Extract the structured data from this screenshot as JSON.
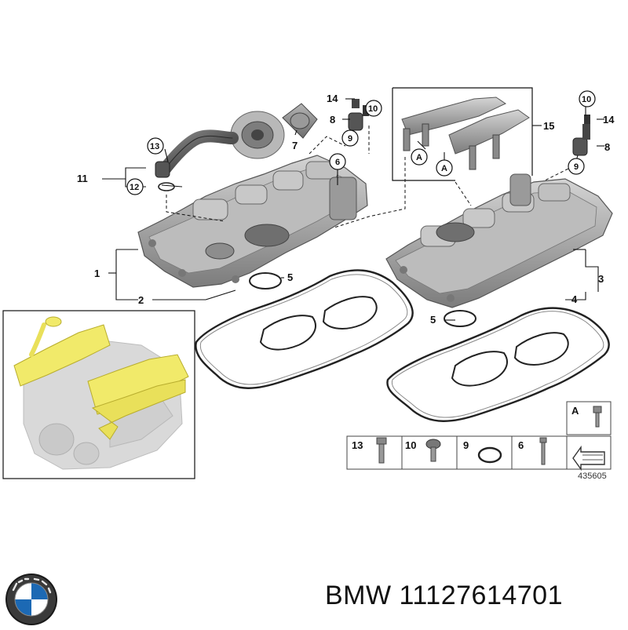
{
  "callouts": {
    "c1": "1",
    "c2": "2",
    "c3": "3",
    "c4": "4",
    "c5a": "5",
    "c5b": "5",
    "c6": "6",
    "c7": "7",
    "c8a": "8",
    "c8b": "8",
    "c9a": "9",
    "c9b": "9",
    "c10a": "10",
    "c10b": "10",
    "c11": "11",
    "c12": "12",
    "c13": "13",
    "c14a": "14",
    "c14b": "14",
    "c15": "15",
    "cAa": "A",
    "cAb": "A"
  },
  "legend": {
    "a": "A",
    "i13": "13",
    "i10": "10",
    "i9": "9",
    "i6": "6"
  },
  "reference_number": "435605",
  "brand": "BMW",
  "part_number": "BMW 11127614701",
  "colors": {
    "highlight": "#f1ea6a",
    "part_gray": "#a9a9a9",
    "line": "#111111"
  }
}
